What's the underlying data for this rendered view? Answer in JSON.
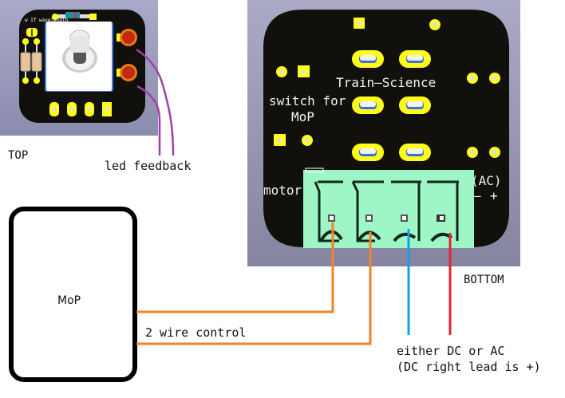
{
  "top_view": {
    "label": "TOP",
    "silkscreen_text": "w If wavelength",
    "led_callout": "led feedback"
  },
  "bottom_view": {
    "label": "BOTTOM",
    "brand_text": "Train–Science",
    "switch_label_line1": "switch for",
    "switch_label_line2": "MoP",
    "motor_label": "motor",
    "ac_label": "(AC)",
    "polarity_minus": "–",
    "polarity_plus": "+"
  },
  "mop_box": {
    "label": "MoP"
  },
  "wires": {
    "control_label": "2 wire control",
    "power_label_line1": "either DC or AC",
    "power_label_line2": "(DC right lead is +)",
    "colors": {
      "control": "#f5822a",
      "power_negative": "#12a0e6",
      "power_positive": "#e8212f",
      "led": "#a040a8"
    }
  },
  "colors": {
    "pcb": "#12100c",
    "pad": "#ffff1a",
    "terminal_block": "#9ef5c6"
  }
}
